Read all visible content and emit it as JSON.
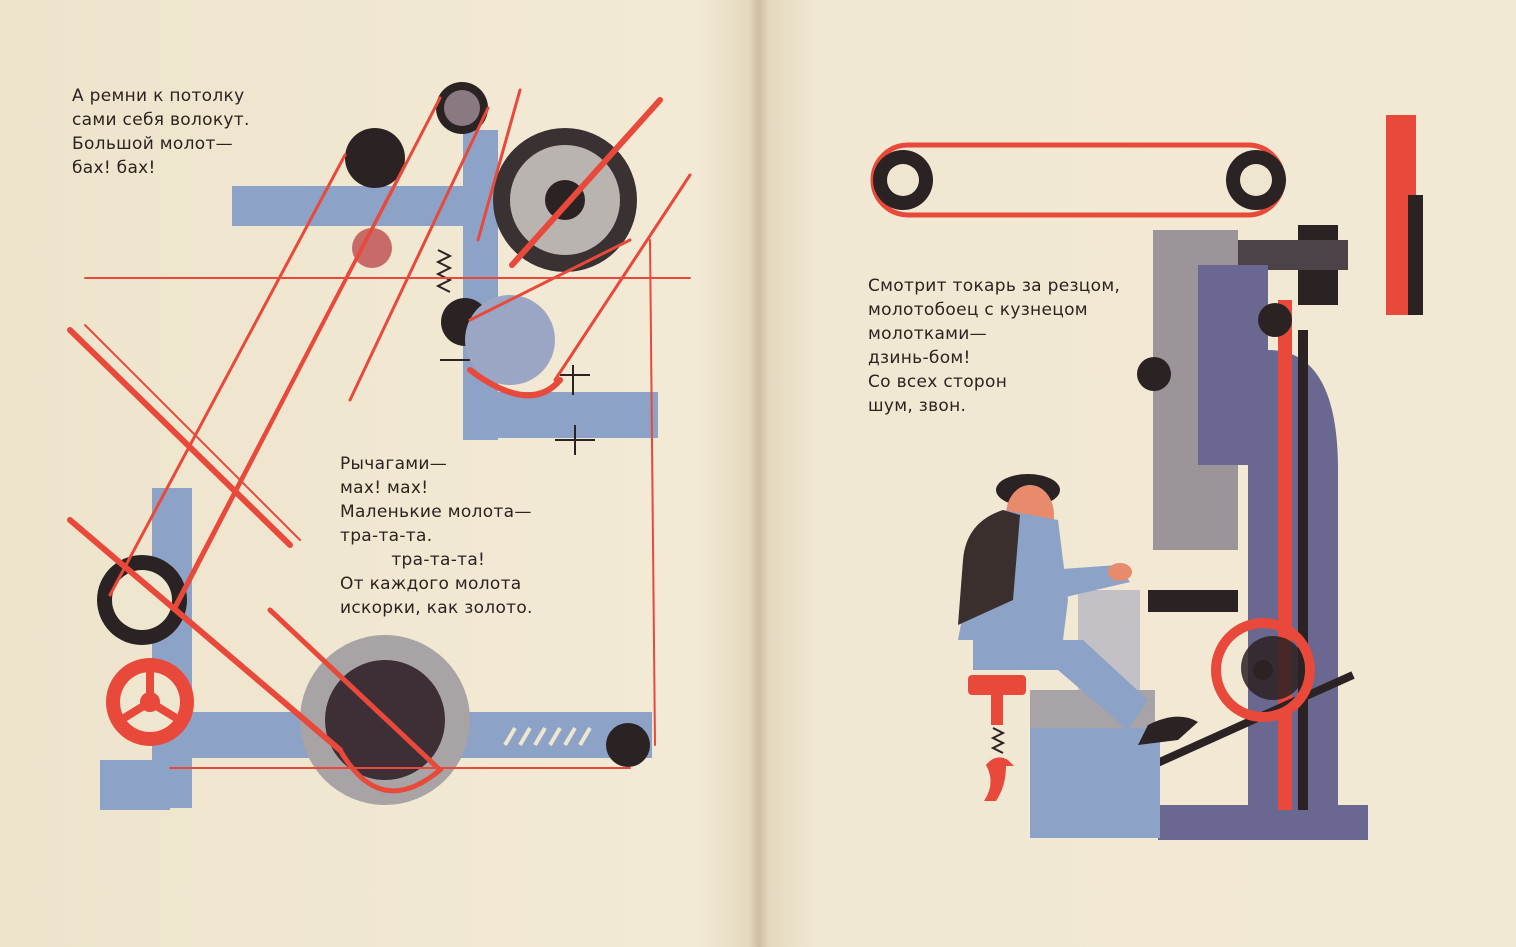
{
  "left_page": {
    "verse_top": "А ремни к потолку\nсами себя волокут.\nБольшой молот—\nбах! бах!",
    "verse_middle": "Рычагами—\nмах! мах!\nМаленькие молота—\nтра-та-та.\n         тра-та-та!\nОт каждого молота\nискорки, как золото."
  },
  "right_page": {
    "verse": "Смотрит токарь за резцом,\nмолотобоец с кузнецом\nмолотками—\nдзинь-бом!\nСо всех сторон\nшум, звон."
  },
  "palette": {
    "paper": "#efe6cf",
    "red": "#e8493a",
    "blue": "#8ca3c7",
    "purple": "#6a6890",
    "black": "#2b2223"
  }
}
